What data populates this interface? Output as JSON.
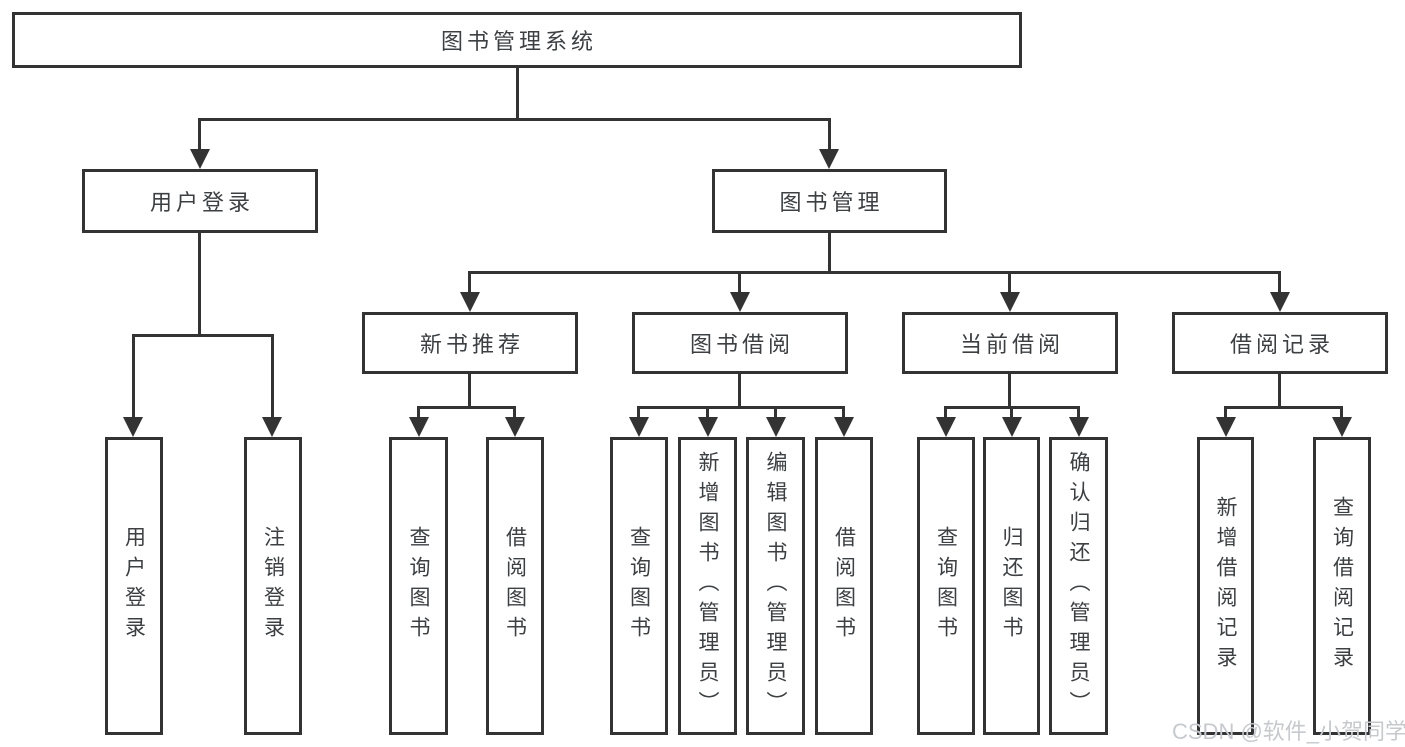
{
  "diagram": {
    "type": "hierarchy-tree",
    "root": {
      "label": "图书管理系统"
    },
    "level2": [
      {
        "label": "用户登录"
      },
      {
        "label": "图书管理"
      }
    ],
    "level3": [
      {
        "label": "新书推荐",
        "parent": "图书管理"
      },
      {
        "label": "图书借阅",
        "parent": "图书管理"
      },
      {
        "label": "当前借阅",
        "parent": "图书管理"
      },
      {
        "label": "借阅记录",
        "parent": "图书管理"
      }
    ],
    "leaves": {
      "user_login": [
        {
          "label": "用户登录"
        },
        {
          "label": "注销登录"
        }
      ],
      "new_book_recommend": [
        {
          "label": "查询图书"
        },
        {
          "label": "借阅图书"
        }
      ],
      "book_borrow": [
        {
          "label": "查询图书"
        },
        {
          "label": "新增图书（管理员）"
        },
        {
          "label": "编辑图书（管理员）"
        },
        {
          "label": "借阅图书"
        }
      ],
      "current_borrow": [
        {
          "label": "查询图书"
        },
        {
          "label": "归还图书"
        },
        {
          "label": "确认归还（管理员）"
        }
      ],
      "borrow_record": [
        {
          "label": "新增借阅记录"
        },
        {
          "label": "查询借阅记录"
        }
      ]
    }
  },
  "watermark": {
    "text": "CSDN @软件_小贺同学"
  },
  "colors": {
    "line": "#333333",
    "node_text": "#3c4043",
    "watermark": "#c6c9cd",
    "background": "#ffffff"
  }
}
